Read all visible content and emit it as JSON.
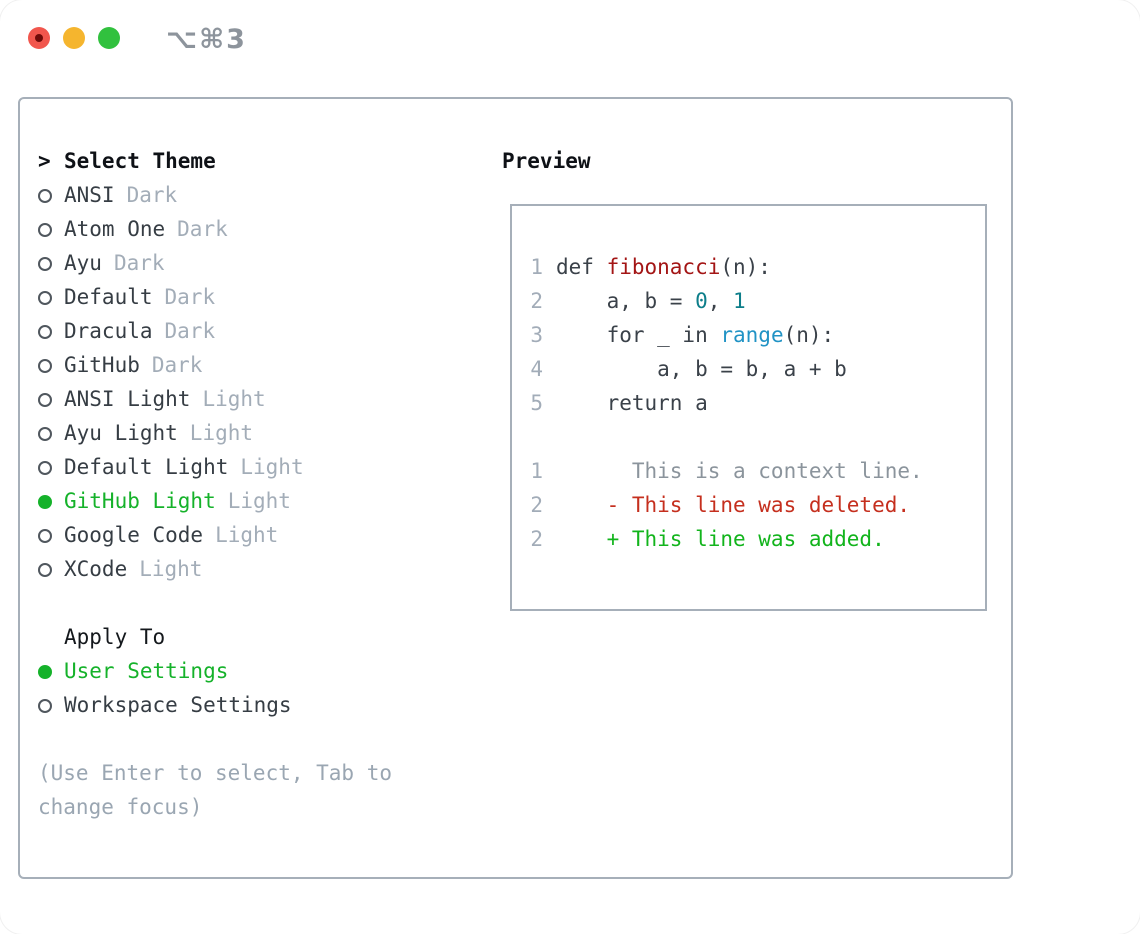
{
  "titlebar": {
    "shortcut": "⌥⌘3",
    "buttons": [
      {
        "name": "close",
        "color": "#f1564d",
        "has_inner_dot": true
      },
      {
        "name": "minimize",
        "color": "#f5b52e",
        "has_inner_dot": false
      },
      {
        "name": "maximize",
        "color": "#31c13e",
        "has_inner_dot": false
      }
    ]
  },
  "theme_picker": {
    "prompt": ">",
    "title": "Select Theme",
    "items": [
      {
        "name": "ANSI",
        "variant": "Dark",
        "selected": false
      },
      {
        "name": "Atom One",
        "variant": "Dark",
        "selected": false
      },
      {
        "name": "Ayu",
        "variant": "Dark",
        "selected": false
      },
      {
        "name": "Default",
        "variant": "Dark",
        "selected": false
      },
      {
        "name": "Dracula",
        "variant": "Dark",
        "selected": false
      },
      {
        "name": "GitHub",
        "variant": "Dark",
        "selected": false
      },
      {
        "name": "ANSI Light",
        "variant": "Light",
        "selected": false
      },
      {
        "name": "Ayu Light",
        "variant": "Light",
        "selected": false
      },
      {
        "name": "Default Light",
        "variant": "Light",
        "selected": false
      },
      {
        "name": "GitHub Light",
        "variant": "Light",
        "selected": true
      },
      {
        "name": "Google Code",
        "variant": "Light",
        "selected": false
      },
      {
        "name": "XCode",
        "variant": "Light",
        "selected": false
      }
    ],
    "apply_to": {
      "title": "Apply To",
      "options": [
        {
          "label": "User Settings",
          "selected": true
        },
        {
          "label": "Workspace Settings",
          "selected": false
        }
      ]
    },
    "hint": "(Use Enter to select, Tab to change focus)"
  },
  "preview": {
    "title": "Preview",
    "lines": [
      {
        "num": "1",
        "segments": [
          {
            "text": "def ",
            "color": "code_default"
          },
          {
            "text": "fibonacci",
            "color": "code_function"
          },
          {
            "text": "(n):",
            "color": "code_default"
          }
        ]
      },
      {
        "num": "2",
        "segments": [
          {
            "text": "    a, b = ",
            "color": "code_default"
          },
          {
            "text": "0",
            "color": "code_number"
          },
          {
            "text": ", ",
            "color": "code_default"
          },
          {
            "text": "1",
            "color": "code_number"
          }
        ]
      },
      {
        "num": "3",
        "segments": [
          {
            "text": "    for _ in ",
            "color": "code_default"
          },
          {
            "text": "range",
            "color": "code_builtin"
          },
          {
            "text": "(n):",
            "color": "code_default"
          }
        ]
      },
      {
        "num": "4",
        "segments": [
          {
            "text": "        a, b = b, a + b",
            "color": "code_default"
          }
        ]
      },
      {
        "num": "5",
        "segments": [
          {
            "text": "    return a",
            "color": "code_default"
          }
        ]
      },
      {
        "num": "",
        "segments": []
      },
      {
        "num": "1",
        "segments": [
          {
            "text": "      This is a context line.",
            "color": "diff_context"
          }
        ]
      },
      {
        "num": "2",
        "segments": [
          {
            "text": "    - This line was deleted.",
            "color": "diff_deleted"
          }
        ]
      },
      {
        "num": "2",
        "segments": [
          {
            "text": "    + This line was added.",
            "color": "diff_added"
          }
        ]
      }
    ]
  },
  "colors": {
    "selection_green": "#15b22a",
    "code_default": "#3a4149",
    "code_function": "#a31515",
    "code_number": "#0d7e8a",
    "code_builtin": "#2193c5",
    "diff_context": "#8b949c",
    "diff_deleted": "#c52f1e",
    "diff_added": "#12b41c",
    "line_number": "#a2acb8"
  }
}
